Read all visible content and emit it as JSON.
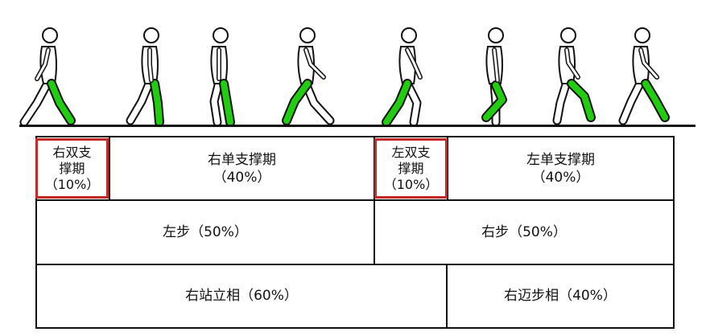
{
  "colors": {
    "leg_highlight": "#22cc11",
    "box_highlight": "#c62828",
    "line": "#111111"
  },
  "table": {
    "row1": {
      "right_double": [
        "右双支",
        "撑期",
        "（10%）"
      ],
      "right_single": [
        "右单支撑期",
        "（40%）"
      ],
      "left_double": [
        "左双支",
        "撑期",
        "（10%）"
      ],
      "left_single": [
        "左单支撑期",
        "（40%）"
      ]
    },
    "row2": {
      "left_step": "左步（50%）",
      "right_step": "右步（50%）"
    },
    "row3": {
      "right_stance": "右站立相（60%）",
      "right_swing": "右迈步相（40%）"
    }
  },
  "figures": [
    {
      "pose": "heel-strike"
    },
    {
      "pose": "loading"
    },
    {
      "pose": "mid-stance"
    },
    {
      "pose": "terminal-stance"
    },
    {
      "pose": "pre-swing"
    },
    {
      "pose": "initial-swing"
    },
    {
      "pose": "mid-swing"
    },
    {
      "pose": "terminal-swing"
    }
  ]
}
